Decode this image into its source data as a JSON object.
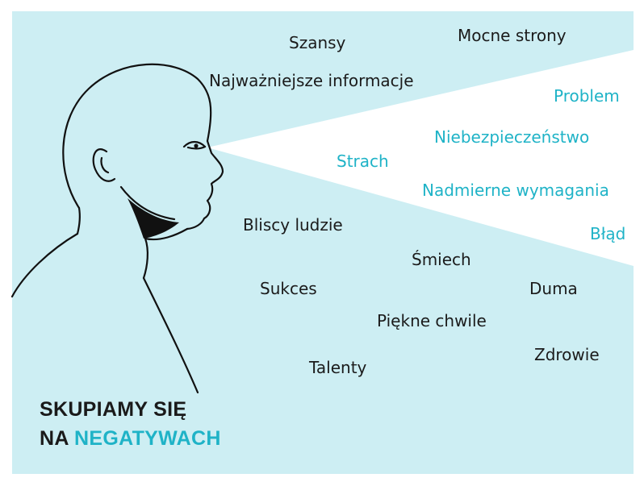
{
  "colors": {
    "panel": "#cdeef3",
    "beam": "#ffffff",
    "outline": "#111111",
    "text": "#1b1b1b",
    "accent": "#1fb3c7"
  },
  "figure": {
    "icon": "person-profile-outline"
  },
  "positive_words": {
    "szansy": "Szansy",
    "mocne_strony": "Mocne strony",
    "najwazniejsze": "Najważniejsze informacje",
    "bliscy_ludzie": "Bliscy ludzie",
    "smiech": "Śmiech",
    "sukces": "Sukces",
    "duma": "Duma",
    "piekne_chwile": "Piękne chwile",
    "talenty": "Talenty",
    "zdrowie": "Zdrowie"
  },
  "negative_words": {
    "problem": "Problem",
    "niebezpieczenstwo": "Niebezpieczeństwo",
    "strach": "Strach",
    "nadmierne_wymagania": "Nadmierne wymagania",
    "blad": "Błąd"
  },
  "headline": {
    "line1": "SKUPIAMY SIĘ",
    "line2_prefix": "NA",
    "line2_accent": "NEGATYWACH"
  }
}
